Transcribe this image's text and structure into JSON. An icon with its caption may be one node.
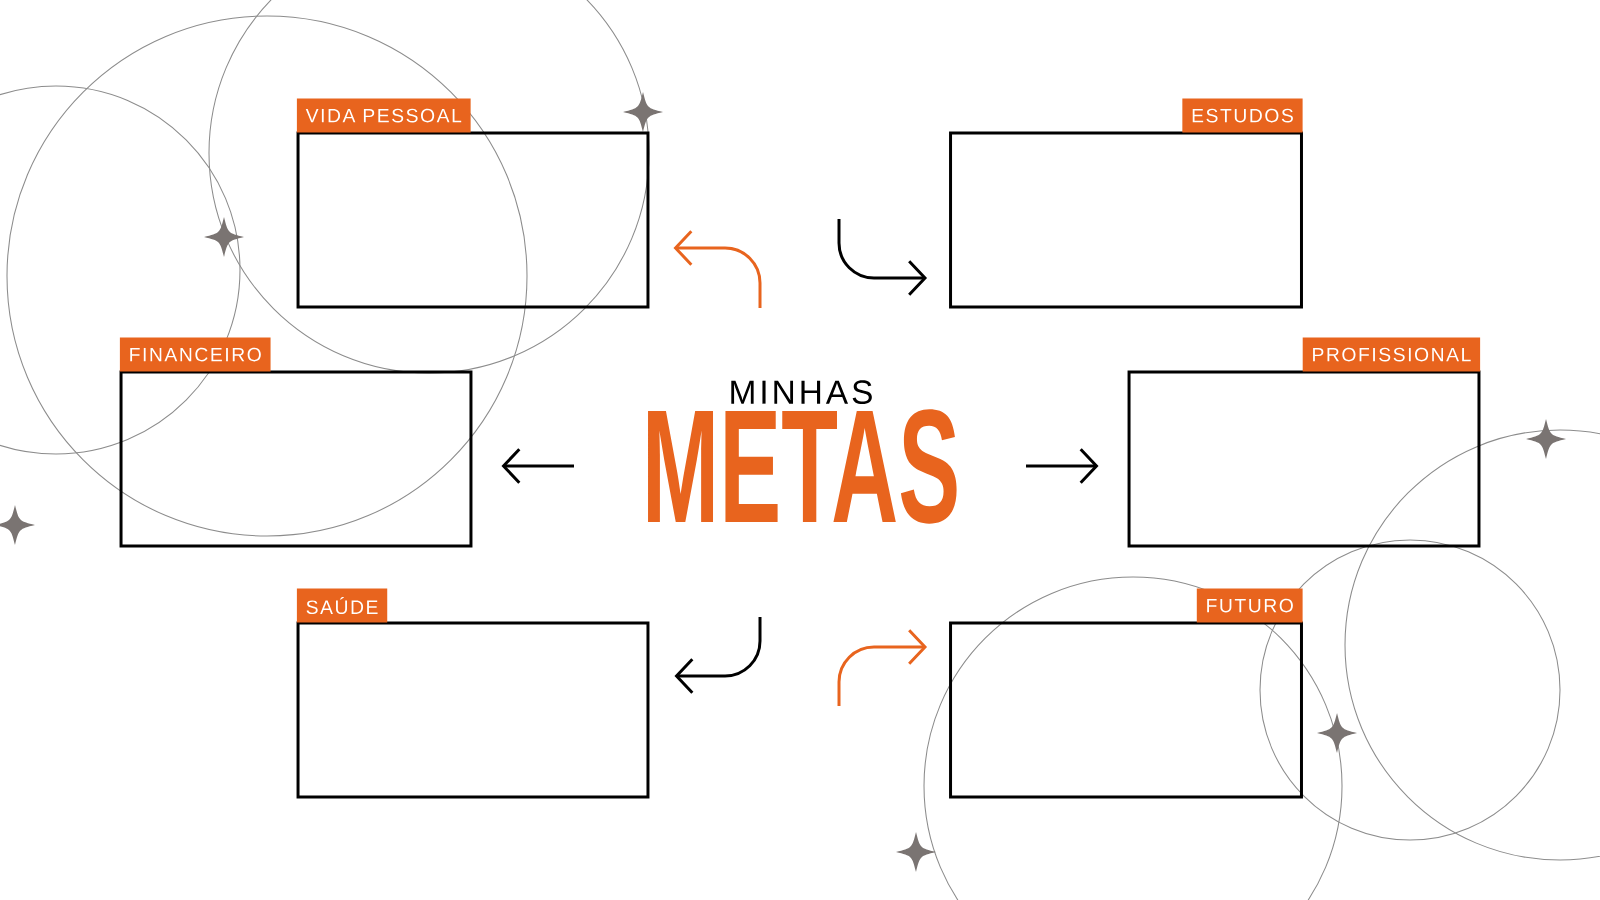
{
  "diagram": {
    "nodes": [
      {
        "text": [
          "MINHAS",
          "METAS"
        ]
      },
      {
        "text": [
          "VIDA PESSOAL"
        ]
      },
      {
        "text": [
          "ESTUDOS"
        ]
      },
      {
        "text": [
          "FINANCEIRO"
        ]
      },
      {
        "text": [
          "PROFISSIONAL"
        ]
      },
      {
        "text": [
          "SAÚDE"
        ]
      },
      {
        "text": [
          "FUTURO"
        ]
      }
    ],
    "edges": [
      {
        "from": 0,
        "to": 1,
        "arrow": "to",
        "color": "#e8641e"
      },
      {
        "from": null,
        "to": 2,
        "arrow": "to"
      },
      {
        "from": 0,
        "to": 3,
        "arrow": "to"
      },
      {
        "from": 0,
        "to": 4,
        "arrow": "to"
      },
      {
        "from": 0,
        "to": 5,
        "arrow": "to"
      },
      {
        "from": null,
        "to": 6,
        "arrow": "to",
        "color": "#e8641e"
      }
    ]
  }
}
